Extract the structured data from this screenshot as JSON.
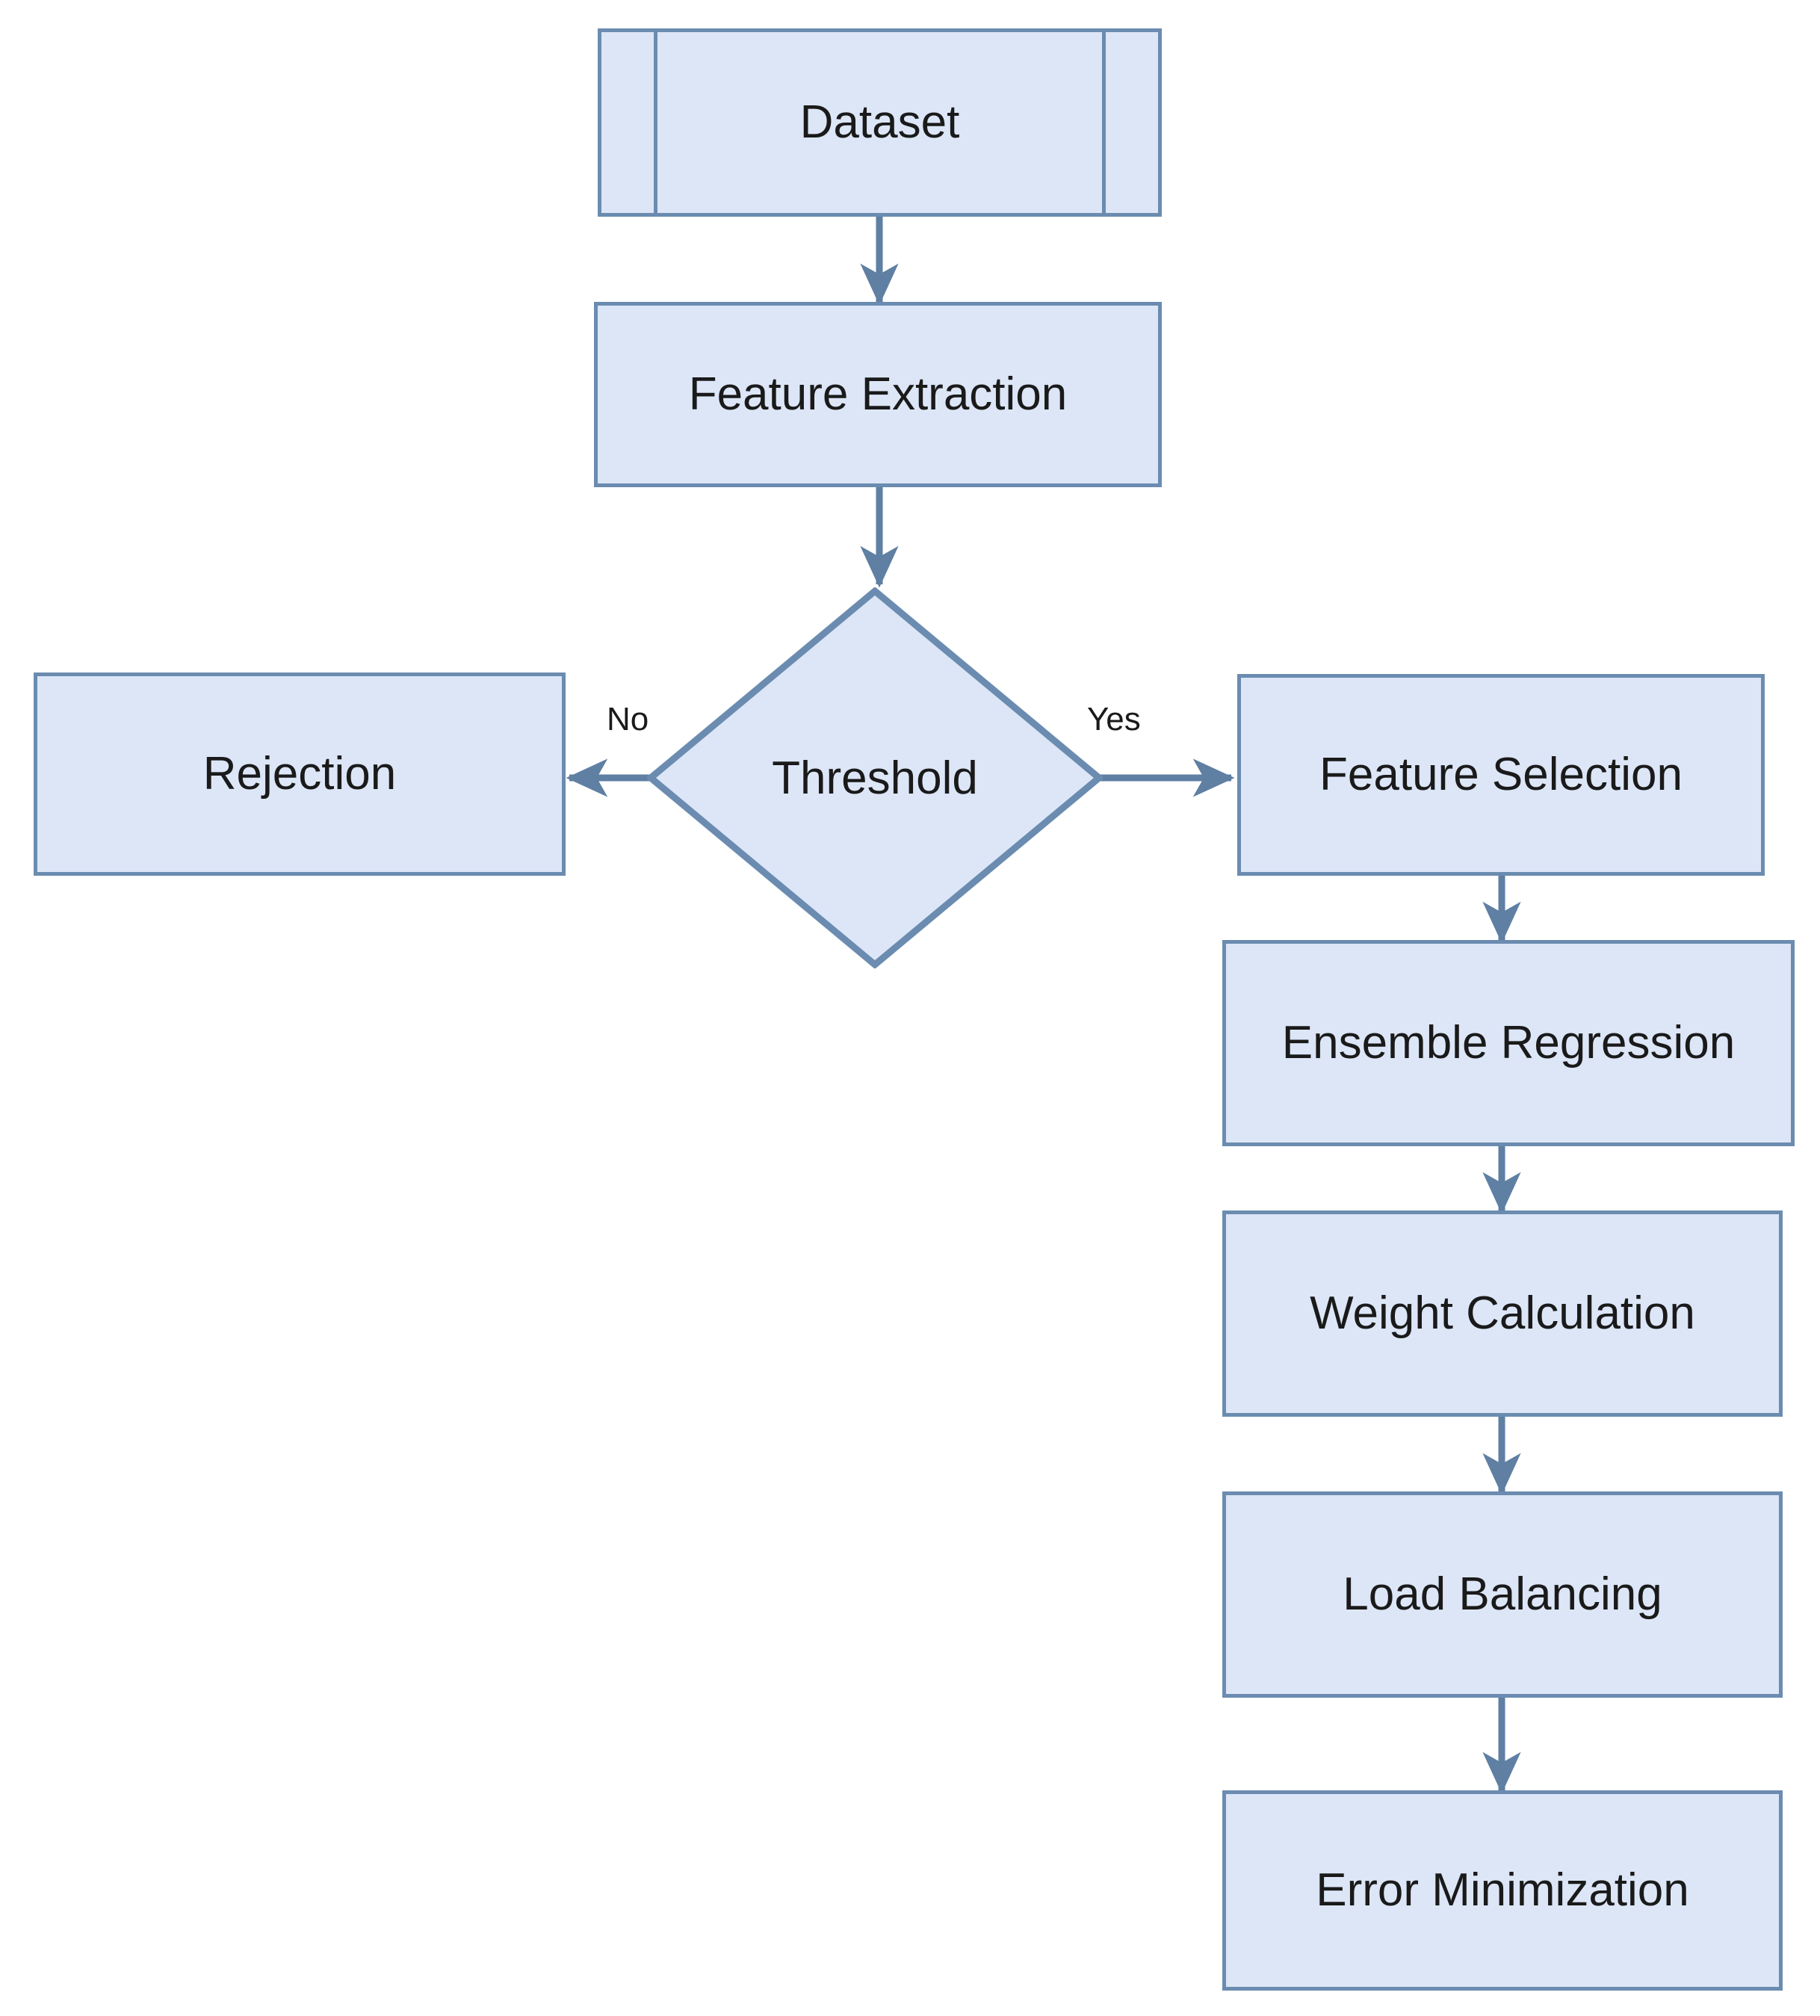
{
  "diagram": {
    "type": "flowchart",
    "title": "Ensemble Regression Load Balancing Flowchart",
    "colors": {
      "node_fill": "#dce6f7",
      "node_border": "#6b8cb0",
      "edge_stroke": "#5f7fa3",
      "text": "#1a1a1a",
      "background": "#ffffff"
    },
    "nodes": [
      {
        "id": "dataset",
        "label": "Dataset",
        "shape": "predefined-process"
      },
      {
        "id": "feature_extraction",
        "label": "Feature Extraction",
        "shape": "rectangle"
      },
      {
        "id": "threshold",
        "label": "Threshold",
        "shape": "diamond"
      },
      {
        "id": "rejection",
        "label": "Rejection",
        "shape": "rectangle"
      },
      {
        "id": "feature_selection",
        "label": "Feature Selection",
        "shape": "rectangle"
      },
      {
        "id": "ensemble_regression",
        "label": "Ensemble Regression",
        "shape": "rectangle"
      },
      {
        "id": "weight_calculation",
        "label": "Weight Calculation",
        "shape": "rectangle"
      },
      {
        "id": "load_balancing",
        "label": "Load Balancing",
        "shape": "rectangle"
      },
      {
        "id": "error_minimization",
        "label": "Error Minimization",
        "shape": "rectangle"
      }
    ],
    "edges": [
      {
        "from": "dataset",
        "to": "feature_extraction",
        "label": "",
        "direction": "down"
      },
      {
        "from": "feature_extraction",
        "to": "threshold",
        "label": "",
        "direction": "down"
      },
      {
        "from": "threshold",
        "to": "rejection",
        "label": "No",
        "direction": "left"
      },
      {
        "from": "threshold",
        "to": "feature_selection",
        "label": "Yes",
        "direction": "right"
      },
      {
        "from": "feature_selection",
        "to": "ensemble_regression",
        "label": "",
        "direction": "down"
      },
      {
        "from": "ensemble_regression",
        "to": "weight_calculation",
        "label": "",
        "direction": "down"
      },
      {
        "from": "weight_calculation",
        "to": "load_balancing",
        "label": "",
        "direction": "down"
      },
      {
        "from": "load_balancing",
        "to": "error_minimization",
        "label": "",
        "direction": "down"
      }
    ],
    "edge_labels": {
      "no": "No",
      "yes": "Yes"
    }
  }
}
